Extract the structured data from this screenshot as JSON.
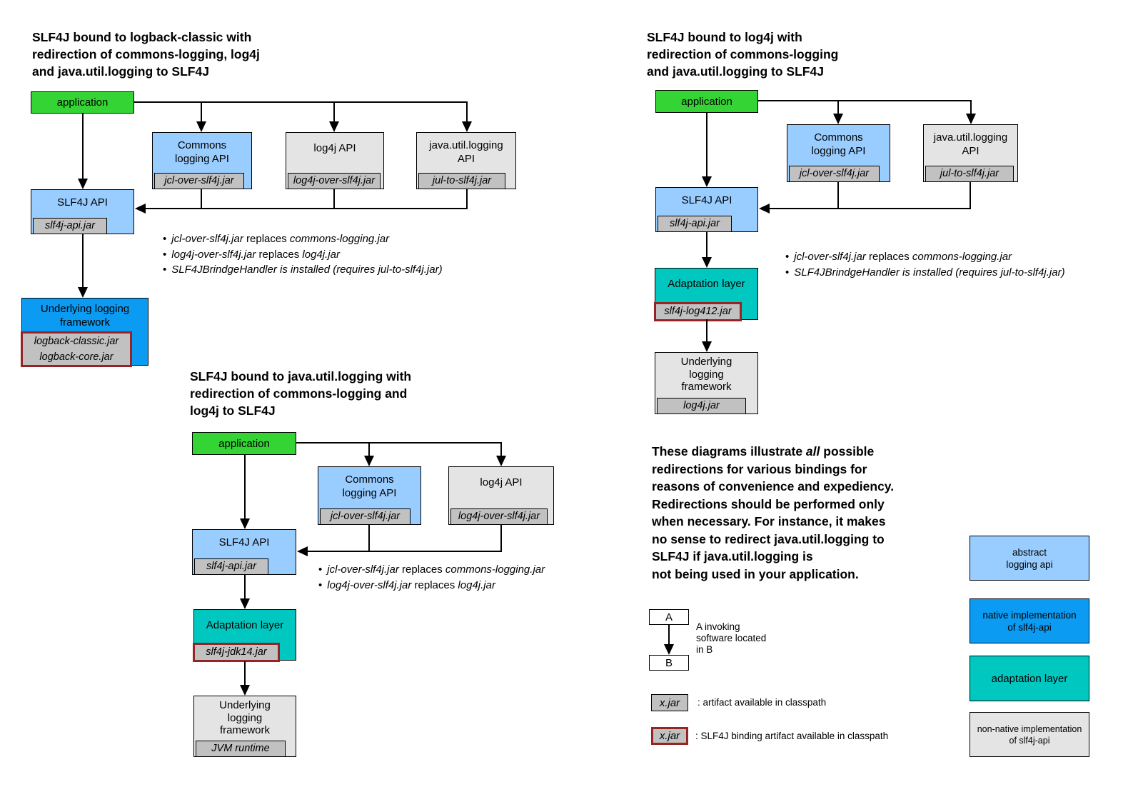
{
  "colors": {
    "application_green": "#35d435",
    "abstract_api_blue": "#99ccff",
    "native_impl_blue": "#0c9bf2",
    "adaptation_teal": "#00c8c0",
    "nonnative_gray": "#e4e4e4",
    "jar_gray": "#c1c1c1",
    "binding_border_maroon": "#952525"
  },
  "d1": {
    "title": "SLF4J bound to logback-classic with\nredirection of commons-logging, log4j\nand java.util.logging to SLF4J",
    "application": "application",
    "commons": {
      "label": "Commons\nlogging API",
      "jar": "jcl-over-slf4j.jar"
    },
    "log4j": {
      "label": "log4j API",
      "jar": "log4j-over-slf4j.jar"
    },
    "jul": {
      "label": "java.util.logging\nAPI",
      "jar": "jul-to-slf4j.jar"
    },
    "slf4j": {
      "label": "SLF4J API",
      "jar": "slf4j-api.jar"
    },
    "underlying": {
      "label": "Underlying logging\nframework",
      "jar": "logback-classic.jar\nlogback-core.jar"
    },
    "bullets": [
      {
        "b": "•",
        "i1": "jcl-over-slf4j.jar",
        "n": " replaces ",
        "i2": "commons-logging.jar"
      },
      {
        "b": "•",
        "i1": "log4j-over-slf4j.jar",
        "n": " replaces ",
        "i2": "log4j.jar"
      },
      {
        "b": "•",
        "i1": "SLF4JBrindgeHandler is installed (requires jul-to-slf4j.jar)",
        "n": "",
        "i2": ""
      }
    ]
  },
  "d2": {
    "title": "SLF4J bound to log4j with\nredirection of commons-logging\nand java.util.logging to SLF4J",
    "application": "application",
    "commons": {
      "label": "Commons\nlogging API",
      "jar": "jcl-over-slf4j.jar"
    },
    "jul": {
      "label": "java.util.logging\nAPI",
      "jar": "jul-to-slf4j.jar"
    },
    "slf4j": {
      "label": "SLF4J API",
      "jar": "slf4j-api.jar"
    },
    "adaptation": {
      "label": "Adaptation layer",
      "jar": "slf4j-log412.jar"
    },
    "underlying": {
      "label": "Underlying\nlogging\nframework",
      "jar": "log4j.jar"
    },
    "bullets": [
      {
        "b": "•",
        "i1": "jcl-over-slf4j.jar",
        "n": " replaces ",
        "i2": "commons-logging.jar"
      },
      {
        "b": "•",
        "i1": "SLF4JBrindgeHandler is installed (requires jul-to-slf4j.jar)",
        "n": "",
        "i2": ""
      }
    ]
  },
  "d3": {
    "title": "SLF4J bound to java.util.logging with\nredirection of commons-logging and\nlog4j to SLF4J",
    "application": "application",
    "commons": {
      "label": "Commons\nlogging API",
      "jar": "jcl-over-slf4j.jar"
    },
    "log4j": {
      "label": "log4j API",
      "jar": "log4j-over-slf4j.jar"
    },
    "slf4j": {
      "label": "SLF4J API",
      "jar": "slf4j-api.jar"
    },
    "adaptation": {
      "label": "Adaptation layer",
      "jar": "slf4j-jdk14.jar"
    },
    "underlying": {
      "label": "Underlying\nlogging\nframework",
      "jar": "JVM runtime"
    },
    "bullets": [
      {
        "b": "•",
        "i1": "jcl-over-slf4j.jar",
        "n": " replaces ",
        "i2": "commons-logging.jar"
      },
      {
        "b": "•",
        "i1": "log4j-over-slf4j.jar",
        "n": " replaces ",
        "i2": "log4j.jar"
      }
    ]
  },
  "note": {
    "pre": "These diagrams illustrate ",
    "em": "all",
    "post": " possible\nredirections for various bindings for\nreasons of convenience and expediency.\nRedirections should be performed only\nwhen necessary. For instance, it makes\nno sense to redirect java.util.logging to\nSLF4J if java.util.logging is\nnot being used in your application."
  },
  "legend": {
    "a": "A",
    "b": "B",
    "ab_caption": "A invoking\nsoftware located\nin B",
    "xjar": "x.jar",
    "artifact_caption": ": artifact available in classpath",
    "binding_caption": ": SLF4J binding artifact available in classpath",
    "swatches": [
      {
        "label": "abstract\nlogging api"
      },
      {
        "label": "native implementation\nof slf4j-api"
      },
      {
        "label": "adaptation layer"
      },
      {
        "label": "non-native implementation\nof slf4j-api"
      }
    ]
  }
}
